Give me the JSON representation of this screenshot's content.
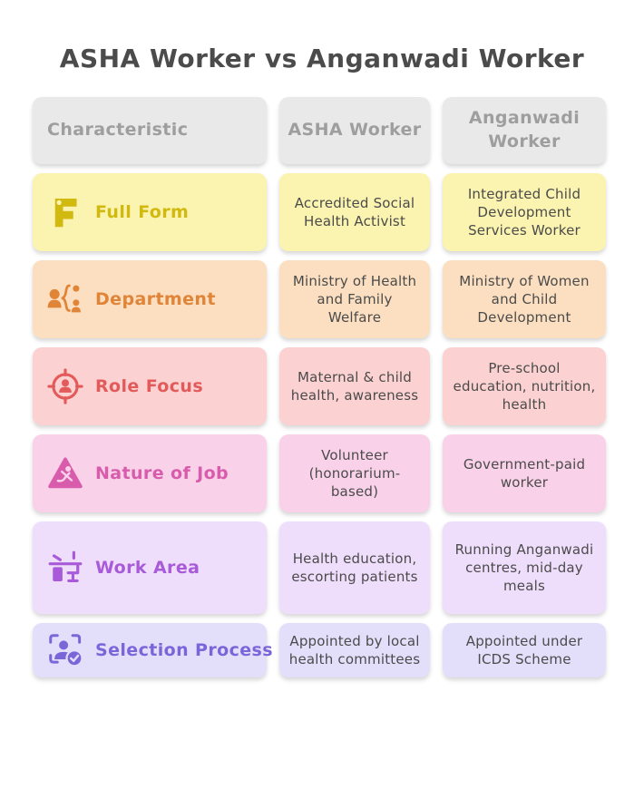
{
  "title": "ASHA Worker vs Anganwadi Worker",
  "colors": {
    "title": "#4b4b4b",
    "body_text": "#4b4b4b",
    "header_bg": "#e9e9e9",
    "header_text": "#9e9e9e"
  },
  "table": {
    "headers": [
      "Characteristic",
      "ASHA Worker",
      "Anganwadi Worker"
    ],
    "rows": [
      {
        "label": "Full Form",
        "icon": "letter-f-icon",
        "colors": {
          "bg": "#fbf3b0",
          "accent": "#d2b90f"
        },
        "asha": "Accredited Social Health Activist",
        "anganwadi": "Integrated Child Development Services Worker"
      },
      {
        "label": "Department",
        "icon": "org-people-icon",
        "colors": {
          "bg": "#fbdfc0",
          "accent": "#e08438"
        },
        "asha": "Ministry of Health and Family Welfare",
        "anganwadi": "Ministry of Women and Child Development"
      },
      {
        "label": "Role Focus",
        "icon": "target-person-icon",
        "colors": {
          "bg": "#fbd2d1",
          "accent": "#e35a5a"
        },
        "asha": "Maternal & child health, awareness",
        "anganwadi": "Pre-school education, nutrition, health"
      },
      {
        "label": "Nature of Job",
        "icon": "worker-sign-icon",
        "colors": {
          "bg": "#f9d2e9",
          "accent": "#d85cab"
        },
        "asha": "Volunteer (honorarium-based)",
        "anganwadi": "Government-paid worker"
      },
      {
        "label": "Work Area",
        "icon": "desk-icon",
        "colors": {
          "bg": "#efdefb",
          "accent": "#a85ad8"
        },
        "asha": "Health education, escorting patients",
        "anganwadi": "Running Anganwadi centres, mid-day meals"
      },
      {
        "label": "Selection Process",
        "icon": "person-scan-check-icon",
        "colors": {
          "bg": "#e3dffb",
          "accent": "#7b66d9"
        },
        "asha": "Appointed by local health committees",
        "anganwadi": "Appointed under ICDS Scheme"
      }
    ]
  },
  "chart_data": {
    "type": "table",
    "title": "ASHA Worker vs Anganwadi Worker",
    "columns": [
      "Characteristic",
      "ASHA Worker",
      "Anganwadi Worker"
    ],
    "rows": [
      [
        "Full Form",
        "Accredited Social Health Activist",
        "Integrated Child Development Services Worker"
      ],
      [
        "Department",
        "Ministry of Health and Family Welfare",
        "Ministry of Women and Child Development"
      ],
      [
        "Role Focus",
        "Maternal & child health, awareness",
        "Pre-school education, nutrition, health"
      ],
      [
        "Nature of Job",
        "Volunteer (honorarium-based)",
        "Government-paid worker"
      ],
      [
        "Work Area",
        "Health education, escorting patients",
        "Running Anganwadi centres, mid-day meals"
      ],
      [
        "Selection Process",
        "Appointed by local health committees",
        "Appointed under ICDS Scheme"
      ]
    ]
  }
}
